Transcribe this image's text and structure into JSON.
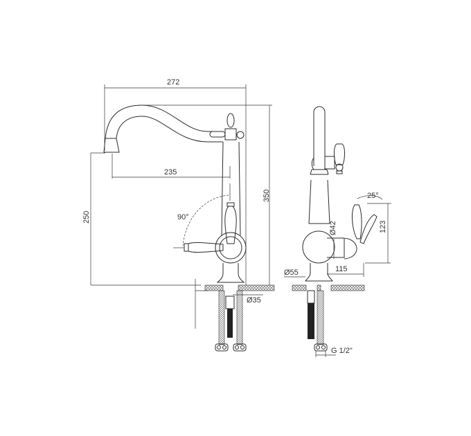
{
  "front_view": {
    "dim_overall_width": "272",
    "dim_spout_reach": "235",
    "dim_overall_height": "350",
    "dim_spout_height": "250",
    "dim_lever_rotation": "90°",
    "dim_hole_diameter": "Ø35"
  },
  "side_view": {
    "dim_body_diameter": "Ø42",
    "dim_base_diameter": "Ø55",
    "dim_handle_depth": "115",
    "dim_handle_height": "123",
    "dim_handle_angle": "25°",
    "dim_connection_thread": "G 1/2\""
  },
  "colors": {
    "line": "#2a2a2a",
    "background": "#ffffff"
  }
}
